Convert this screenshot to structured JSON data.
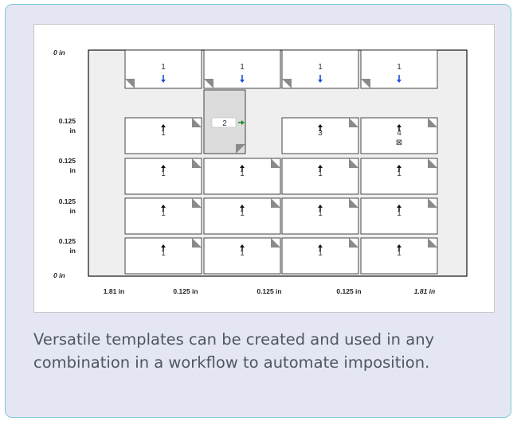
{
  "figure": {
    "y_labels": {
      "top": "0 in",
      "rows": [
        {
          "line1": "0.125",
          "line2": "in"
        },
        {
          "line1": "0.125",
          "line2": "in"
        },
        {
          "line1": "0.125",
          "line2": "in"
        },
        {
          "line1": "0.125",
          "line2": "in"
        }
      ],
      "bottom": "0 in"
    },
    "x_labels": [
      "1.81 in",
      "0.125 in",
      "0.125 in",
      "0.125 in",
      "1.81 in"
    ],
    "top_row_cells": [
      {
        "number": "1",
        "arrow": "down"
      },
      {
        "number": "1",
        "arrow": "down"
      },
      {
        "number": "1",
        "arrow": "down"
      },
      {
        "number": "1",
        "arrow": "down"
      }
    ],
    "grid_rows": [
      [
        {
          "number": "1",
          "arrow": "up"
        },
        {
          "number": "2",
          "arrow": "right",
          "highlight": true
        },
        {
          "number": "3",
          "arrow": "up"
        },
        {
          "number": "4",
          "arrow": "up",
          "mark": "⊠"
        }
      ],
      [
        {
          "number": "1",
          "arrow": "up"
        },
        {
          "number": "1",
          "arrow": "up"
        },
        {
          "number": "1",
          "arrow": "up"
        },
        {
          "number": "1",
          "arrow": "up"
        }
      ],
      [
        {
          "number": "1",
          "arrow": "up"
        },
        {
          "number": "1",
          "arrow": "up"
        },
        {
          "number": "1",
          "arrow": "up"
        },
        {
          "number": "1",
          "arrow": "up"
        }
      ],
      [
        {
          "number": "1",
          "arrow": "up"
        },
        {
          "number": "1",
          "arrow": "up"
        },
        {
          "number": "1",
          "arrow": "up"
        },
        {
          "number": "1",
          "arrow": "up"
        }
      ]
    ]
  },
  "caption": "Versatile templates can be created and used in any combination in a workflow to automate imposition.",
  "colors": {
    "card_bg": "#e4e7f3",
    "card_border": "#7fc8dc",
    "sheet_bg": "#efefef",
    "highlight_cell": "#dcdcdc",
    "down_arrow": "#1f4fd6",
    "right_arrow": "#1f8a1f",
    "caption_text": "#505563"
  }
}
